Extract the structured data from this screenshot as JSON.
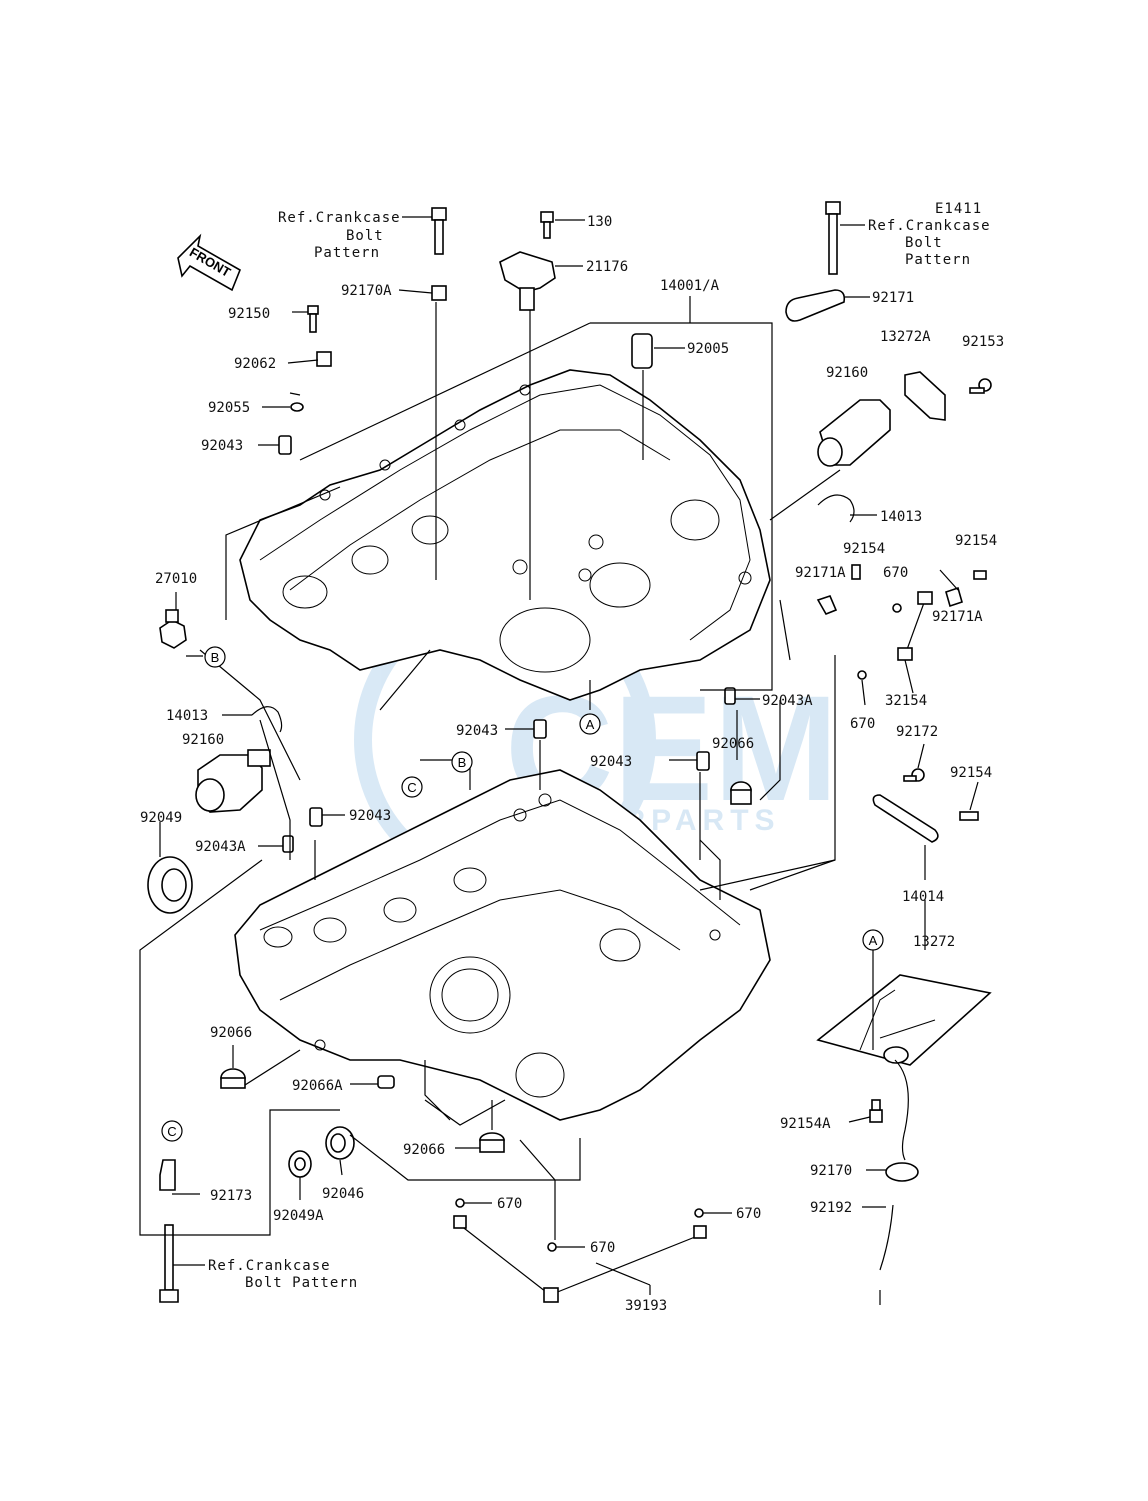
{
  "diagram_code": "E1411",
  "front_arrow_label": "FRONT",
  "watermark": {
    "logo": "CEM",
    "sub": "MOTORPARTS"
  },
  "refs": {
    "crankcase_bolt_1": [
      "Ref.Crankcase",
      "Bolt",
      "Pattern"
    ],
    "crankcase_bolt_2": [
      "Ref.Crankcase",
      "Bolt",
      "Pattern"
    ],
    "crankcase_bolt_3": [
      "Ref.Crankcase",
      "Bolt Pattern"
    ]
  },
  "callouts": {
    "A": "A",
    "B": "B",
    "C": "C"
  },
  "parts": {
    "p130": "130",
    "p21176": "21176",
    "p92170A": "92170A",
    "p14001A": "14001/A",
    "p92171": "92171",
    "p92150": "92150",
    "p92005": "92005",
    "p13272A": "13272A",
    "p92153": "92153",
    "p92062": "92062",
    "p92160_top": "92160",
    "p92055": "92055",
    "p92043_a": "92043",
    "p14013_top": "14013",
    "p92154_a": "92154",
    "p92154_b": "92154",
    "p92171A_a": "92171A",
    "p670_a": "670",
    "p27010": "27010",
    "p92171A_b": "92171A",
    "p32154": "32154",
    "p14013_left": "14013",
    "p92043A_a": "92043A",
    "p92160_left": "92160",
    "p92043_b": "92043",
    "p92066_a": "92066",
    "p670_b": "670",
    "p92172": "92172",
    "p92043_c": "92043",
    "p92154_c": "92154",
    "p92049": "92049",
    "p92043_d": "92043",
    "p92043A_b": "92043A",
    "p14014": "14014",
    "p13272": "13272",
    "p92066_b": "92066",
    "p92066A": "92066A",
    "p92154A": "92154A",
    "p92066_c": "92066",
    "p92170": "92170",
    "p92173": "92173",
    "p92046": "92046",
    "p92049A": "92049A",
    "p92192": "92192",
    "p670_c": "670",
    "p670_d": "670",
    "p670_e": "670",
    "p39193": "39193"
  }
}
